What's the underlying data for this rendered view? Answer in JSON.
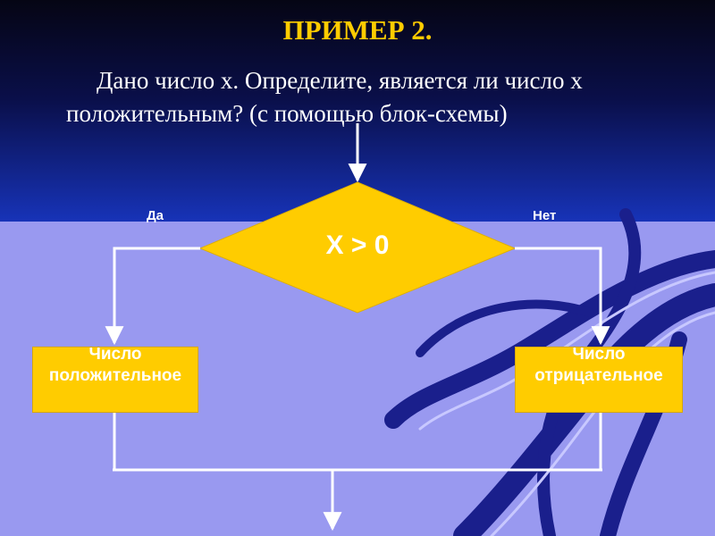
{
  "slide": {
    "title": "ПРИМЕР 2.",
    "subtitle_line1": "Дано число х. Определите, является ли число х",
    "subtitle_line2": "положительным? (с помощью блок-схемы)"
  },
  "flowchart": {
    "condition": "X > 0",
    "yes_label": "Да",
    "no_label": "Нет",
    "yes_box": "Число положительное",
    "no_box": "Число отрицательное"
  },
  "colors": {
    "shape_fill": "#ffcc00",
    "title": "#ffcc00",
    "text": "#ffffff",
    "lines": "#ffffff",
    "background_bottom": "#9999f0",
    "background_top": "#0a0f4a",
    "swoosh": "#1a1f8c"
  }
}
